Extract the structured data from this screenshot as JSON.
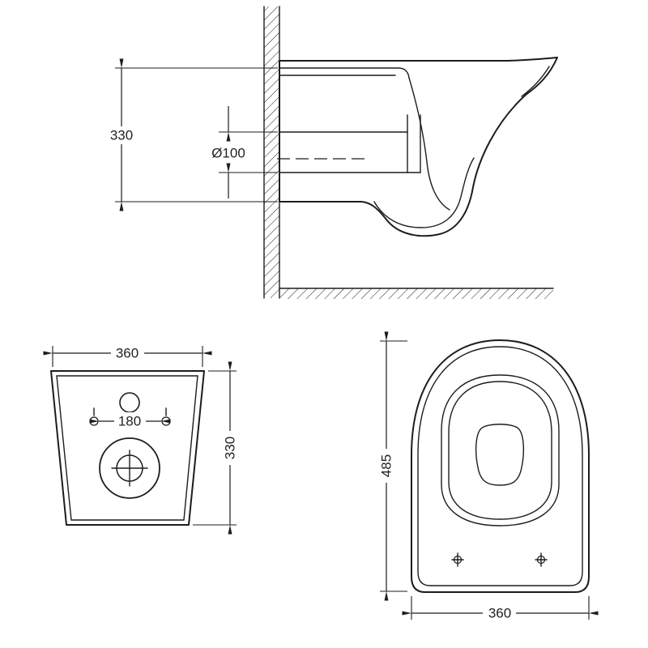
{
  "drawing": {
    "side_section": {
      "height": "330",
      "outlet_diameter": "Ø100"
    },
    "back_view": {
      "width": "360",
      "bolt_spacing": "180",
      "height": "330"
    },
    "plan_view": {
      "depth": "485",
      "width": "360"
    }
  },
  "colors": {
    "line": "#1c1c1c",
    "background": "#ffffff"
  }
}
